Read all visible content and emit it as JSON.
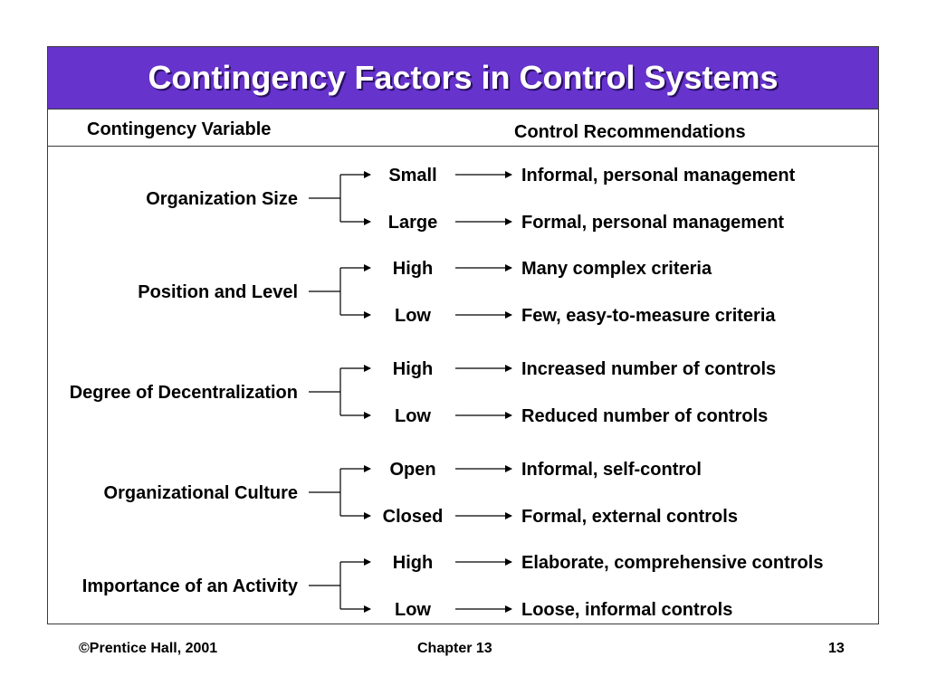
{
  "title": "Contingency Factors in Control Systems",
  "headers": {
    "variable": "Contingency Variable",
    "recommendations": "Control Recommendations"
  },
  "rows": [
    {
      "variable": "Organization Size",
      "branches": [
        {
          "level": "Small",
          "recommendation": "Informal, personal management"
        },
        {
          "level": "Large",
          "recommendation": "Formal, personal management"
        }
      ]
    },
    {
      "variable": "Position and Level",
      "branches": [
        {
          "level": "High",
          "recommendation": "Many complex criteria"
        },
        {
          "level": "Low",
          "recommendation": "Few, easy-to-measure criteria"
        }
      ]
    },
    {
      "variable": "Degree of Decentralization",
      "branches": [
        {
          "level": "High",
          "recommendation": "Increased number of controls"
        },
        {
          "level": "Low",
          "recommendation": "Reduced number of controls"
        }
      ]
    },
    {
      "variable": "Organizational Culture",
      "branches": [
        {
          "level": "Open",
          "recommendation": "Informal, self-control"
        },
        {
          "level": "Closed",
          "recommendation": "Formal, external controls"
        }
      ]
    },
    {
      "variable": "Importance of an Activity",
      "branches": [
        {
          "level": "High",
          "recommendation": "Elaborate, comprehensive controls"
        },
        {
          "level": "Low",
          "recommendation": "Loose, informal controls"
        }
      ]
    }
  ],
  "footer": {
    "copyright": "©Prentice Hall, 2001",
    "chapter": "Chapter 13",
    "page": "13"
  },
  "colors": {
    "title_background": "#6633cc",
    "title_text": "#ffffff",
    "border": "#3a3a3a"
  }
}
